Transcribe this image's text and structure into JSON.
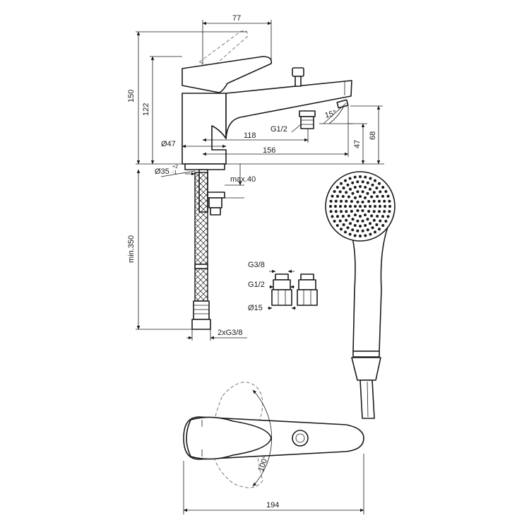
{
  "dimensions": {
    "top_width": "77",
    "total_height": "150",
    "spout_height": "122",
    "body_diameter": "Ø47",
    "spout_length_inner": "118",
    "spout_length": "156",
    "outlet_thread": "G1/2",
    "outlet_angle": "15°",
    "outlet_height_47": "47",
    "outlet_height_68": "68",
    "hole_diameter": "Ø35",
    "hole_tolerance_plus": "+2",
    "hole_tolerance_minus": "-1",
    "deck_max": "max.40",
    "hose_min": "min.350",
    "hose_threads": "2xG3/8",
    "adapter_g38": "G3/8",
    "adapter_g12": "G1/2",
    "adapter_d15": "Ø15",
    "total_width": "194",
    "rotation_angle": "100°"
  },
  "icons": {
    "mixer_side_view": "mixer-side-view",
    "hand_shower": "hand-shower",
    "adapters": "connector-adapters",
    "mixer_top_view": "mixer-top-view"
  }
}
